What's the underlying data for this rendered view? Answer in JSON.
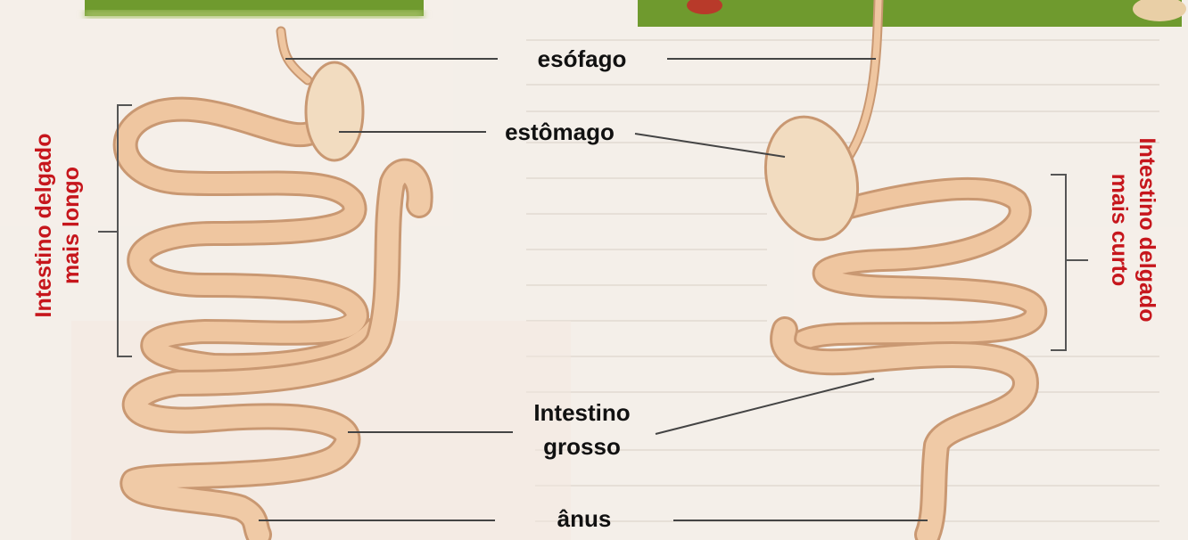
{
  "labels": {
    "esofago": "esófago",
    "estomago": "estômago",
    "intestino_grosso_line1": "Intestino",
    "intestino_grosso_line2": "grosso",
    "anus": "ânus"
  },
  "left_side": {
    "line1": "Intestino delgado",
    "line2": "mais longo"
  },
  "right_side": {
    "line1": "Intestino delgado",
    "line2": "mais curto"
  },
  "colors": {
    "intestine_fill": "#efc6a0",
    "intestine_stroke": "#c99872",
    "stomach_fill": "#f2dcc0",
    "label_red": "#c6161c",
    "grass": "#6f9a2e"
  }
}
